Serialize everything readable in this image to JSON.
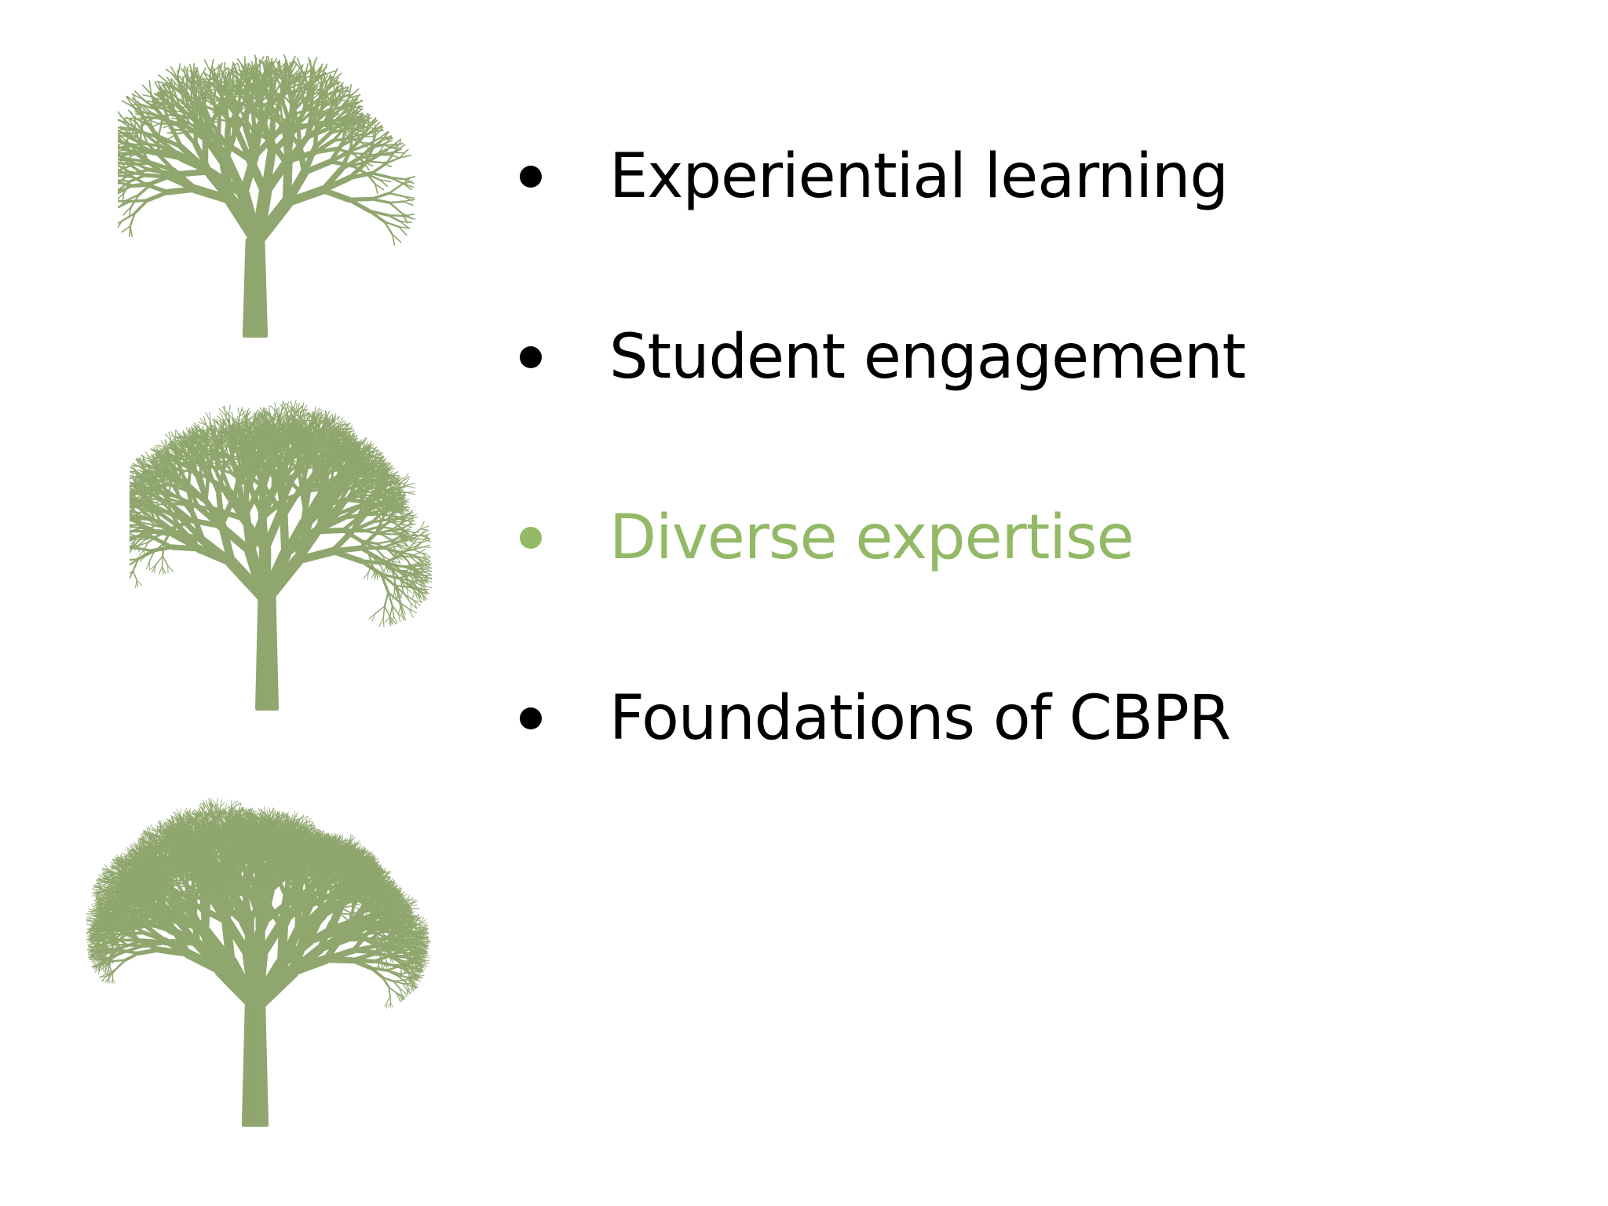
{
  "slide": {
    "bullets": [
      {
        "text": "Experiential learning",
        "highlighted": false
      },
      {
        "text": "Student engagement",
        "highlighted": false
      },
      {
        "text": "Diverse expertise",
        "highlighted": true
      },
      {
        "text": "Foundations of CBPR",
        "highlighted": false
      }
    ],
    "illustrations": [
      {
        "icon": "small-bare-tree-icon"
      },
      {
        "icon": "medium-bare-tree-icon"
      },
      {
        "icon": "large-bare-tree-icon"
      }
    ]
  },
  "colors": {
    "text": "#000000",
    "highlight": "#93b966",
    "tree": "#8fa66e",
    "background": "#ffffff"
  }
}
